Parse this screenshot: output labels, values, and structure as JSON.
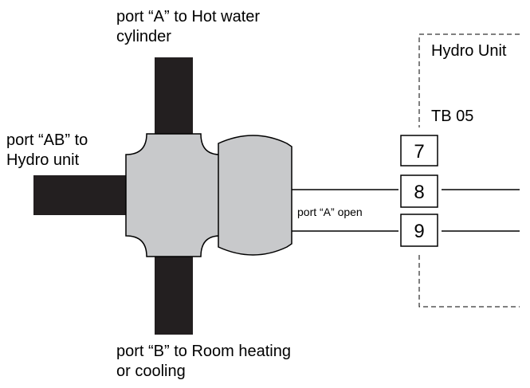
{
  "labels": {
    "port_a_line1": "port “A” to Hot water",
    "port_a_line2": "cylinder",
    "port_ab_line1": "port “AB” to",
    "port_ab_line2": "Hydro unit",
    "port_b_line1": "port “B” to Room heating",
    "port_b_line2": "or cooling",
    "hydro_unit": "Hydro Unit",
    "terminal_block": "TB 05",
    "port_a_open": "port “A” open"
  },
  "terminals": [
    "7",
    "8",
    "9"
  ],
  "colors": {
    "pipe": "#231f20",
    "valve_body": "#c8c9cb",
    "line": "#000000"
  }
}
